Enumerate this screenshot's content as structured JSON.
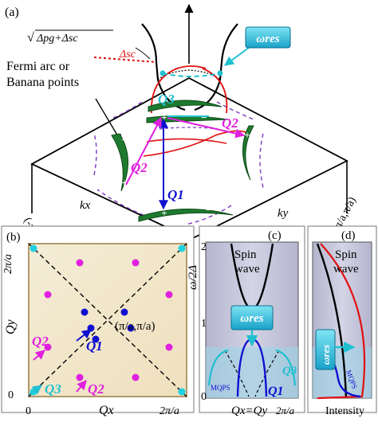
{
  "panel_a": {
    "label": "(a)",
    "formula_sqrt": "√",
    "formula_inner": "Δpg+Δsc",
    "delta_sc": "Δsc",
    "omega_res": "ωres",
    "fermi_arc_line1": "Fermi arc or",
    "fermi_arc_line2": "Banana points",
    "q1": "Q1",
    "q2_left": "Q2",
    "q2_right": "Q2",
    "q3": "Q3",
    "corner_left": "(-π/a,-π/a)",
    "corner_right": "(-π/a,π/a)",
    "kx": "kx",
    "ky": "ky",
    "plus": "+",
    "minus": "−"
  },
  "panel_b": {
    "label": "(b)",
    "y_top": "2π/a",
    "y_axis": "Qy",
    "y_zero": "0",
    "x_zero": "0",
    "x_axis": "Qx",
    "x_right": "2π/a",
    "center": "(π/a,π/a)",
    "q1": "Q1",
    "q2a": "Q2",
    "q2b": "Q2",
    "q3": "Q3"
  },
  "panel_c": {
    "label": "(c)",
    "y_label": "ω/2Δ",
    "tick_2": "2",
    "tick_1": "1",
    "tick_0": "0",
    "spin_wave_1": "Spin",
    "spin_wave_2": "wave",
    "omega_res": "ωres",
    "mqps": "MQPS",
    "q1": "Q1",
    "q3": "Q3",
    "x_axis": "Qx=Qy",
    "x_right": "2π/a"
  },
  "panel_d": {
    "label": "(d)",
    "spin_wave_1": "Spin",
    "spin_wave_2": "wave",
    "omega_res": "ωres",
    "mqps": "MQPS",
    "x_axis": "Intensity"
  }
}
